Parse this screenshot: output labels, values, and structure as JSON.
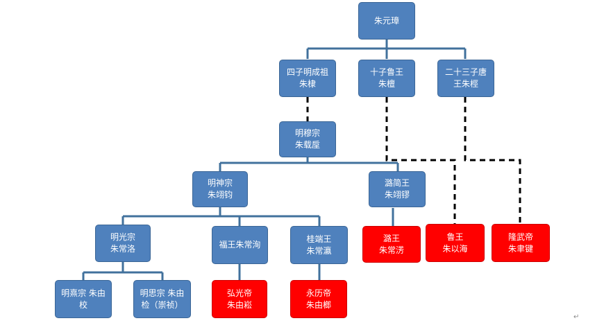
{
  "nodes": [
    {
      "id": "zhu-yuanzhang",
      "lines": [
        "朱元璋"
      ],
      "color": "blue"
    },
    {
      "id": "zhu-di",
      "lines": [
        "四子明成祖",
        "朱棣"
      ],
      "color": "blue"
    },
    {
      "id": "zhu-tan",
      "lines": [
        "十子鲁王",
        "朱檀"
      ],
      "color": "blue"
    },
    {
      "id": "zhu-jing",
      "lines": [
        "二十三子唐",
        "王朱桱"
      ],
      "color": "blue"
    },
    {
      "id": "zhu-zaihou",
      "lines": [
        "明穆宗",
        "朱载垕"
      ],
      "color": "blue"
    },
    {
      "id": "zhu-yijun",
      "lines": [
        "明神宗",
        "朱翊钧"
      ],
      "color": "blue"
    },
    {
      "id": "zhu-yiliu",
      "lines": [
        "潞简王",
        "朱翊镠"
      ],
      "color": "blue"
    },
    {
      "id": "zhu-changluo",
      "lines": [
        "明光宗",
        "朱常洛"
      ],
      "color": "blue"
    },
    {
      "id": "zhu-changxun",
      "lines": [
        "福王朱常洵"
      ],
      "color": "blue"
    },
    {
      "id": "zhu-changying",
      "lines": [
        "桂端王",
        "朱常瀛"
      ],
      "color": "blue"
    },
    {
      "id": "zhu-changfang",
      "lines": [
        "潞王",
        "朱常淓"
      ],
      "color": "red"
    },
    {
      "id": "zhu-yihai",
      "lines": [
        "鲁王",
        "朱以海"
      ],
      "color": "red"
    },
    {
      "id": "zhu-yujian",
      "lines": [
        "隆武帝",
        "朱聿键"
      ],
      "color": "red"
    },
    {
      "id": "zhu-youxiao",
      "lines": [
        "明熹宗 朱由",
        "校"
      ],
      "color": "blue"
    },
    {
      "id": "zhu-youjian",
      "lines": [
        "明思宗 朱由",
        "检（崇祯）"
      ],
      "color": "blue"
    },
    {
      "id": "zhu-yousong",
      "lines": [
        "弘光帝",
        "朱由崧"
      ],
      "color": "red"
    },
    {
      "id": "zhu-youlang",
      "lines": [
        "永历帝",
        "朱由榔"
      ],
      "color": "red"
    }
  ],
  "colors": {
    "blue": "#4f81bd",
    "red": "#ff0000",
    "connector": "#41719c",
    "dashed": "#000000"
  },
  "return_mark": "↵"
}
